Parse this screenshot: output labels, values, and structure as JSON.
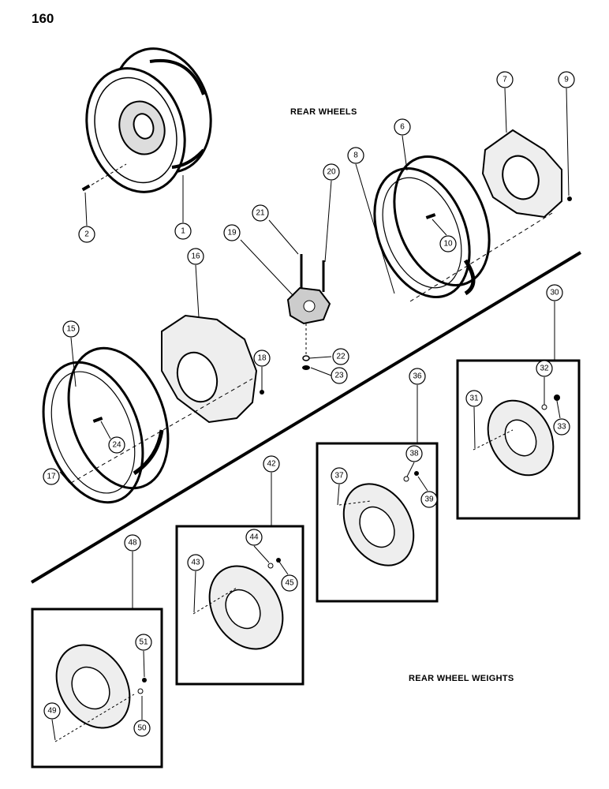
{
  "page_number": "160",
  "titles": {
    "rear_wheels": "REAR WHEELS",
    "rear_wheel_weights": "REAR WHEEL WEIGHTS"
  },
  "callouts": [
    "1",
    "2",
    "6",
    "7",
    "8",
    "9",
    "10",
    "15",
    "16",
    "17",
    "18",
    "19",
    "20",
    "21",
    "22",
    "23",
    "24",
    "30",
    "31",
    "32",
    "33",
    "36",
    "37",
    "38",
    "39",
    "42",
    "43",
    "44",
    "45",
    "48",
    "49",
    "50",
    "51"
  ]
}
